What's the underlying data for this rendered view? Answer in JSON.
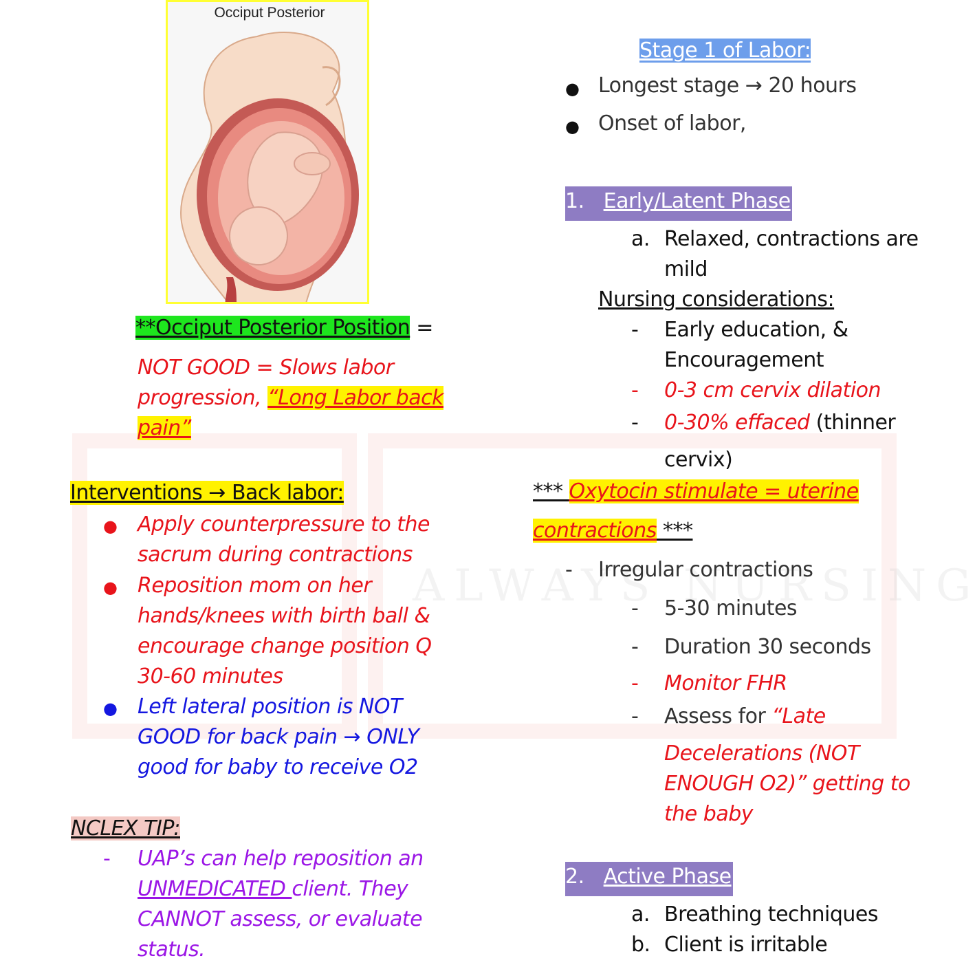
{
  "illustration": {
    "caption": "Occiput Posterior"
  },
  "left": {
    "op_title": "**Occiput Posterior Position",
    "op_equals": " =",
    "op_desc_1": "NOT GOOD = Slows labor",
    "op_desc_2a": "progression, ",
    "op_desc_2b": "“Long Labor back",
    "op_desc_3": "pain”",
    "interventions_title": "Interventions → Back labor:",
    "interventions": [
      {
        "lines": [
          "Apply counterpressure to the",
          "sacrum during contractions"
        ]
      },
      {
        "lines": [
          "Reposition mom on her",
          "hands/knees with birth ball &",
          "encourage change position Q",
          "30-60 minutes"
        ]
      },
      {
        "lines": [
          "Left lateral position is NOT",
          "GOOD for back pain → ONLY",
          "good for baby to receive O2"
        ]
      }
    ],
    "nclex_title": "NCLEX TIP:",
    "nclex_dash": "-",
    "nclex_1": "UAP’s can help reposition an",
    "nclex_2a": "UNMEDICATED ",
    "nclex_2b": "client. They",
    "nclex_3": "CANNOT assess, or evaluate",
    "nclex_4": "status."
  },
  "right": {
    "stage_title": "Stage 1 of Labor:",
    "stage_bullets": [
      "Longest stage → 20 hours",
      "Onset of labor,"
    ],
    "phase1_num": "1.",
    "phase1_title": "Early/Latent Phase",
    "p1a_letter": "a.",
    "p1a_1": "Relaxed, contractions are",
    "p1a_2": "mild",
    "nursing_title": "Nursing considerations:",
    "nc_dash": "-",
    "nc_1a": "Early education, &",
    "nc_1b": "Encouragement",
    "nc_2": "0-3 cm cervix dilation",
    "nc_3a": "0-30% effaced",
    "nc_3b": " (thinner",
    "nc_3c": "cervix)",
    "oxy_stars_1": "*** ",
    "oxy_1": "Oxytocin stimulate = uterine",
    "oxy_2": "contractions",
    "oxy_stars_2": " ***",
    "irregular": "Irregular contractions",
    "sub_1": "5-30 minutes",
    "sub_2": "Duration 30 seconds",
    "sub_3": "Monitor FHR",
    "sub_4a": "Assess for ",
    "sub_4b": "“Late",
    "sub_4c": "Decelerations (NOT",
    "sub_4d": "ENOUGH O2)” getting to",
    "sub_4e": "the baby",
    "phase2_num": "2.",
    "phase2_title": "Active Phase",
    "p2a_letter": "a.",
    "p2a": "Breathing techniques",
    "p2b_letter": "b.",
    "p2b": "Client is irritable"
  },
  "watermark": "ALWAYS NURSING",
  "colors": {
    "red": "#e8141b",
    "blue": "#1417e0",
    "purple": "#9b16e6",
    "yellow": "#fff200",
    "green": "#1ee61e"
  }
}
